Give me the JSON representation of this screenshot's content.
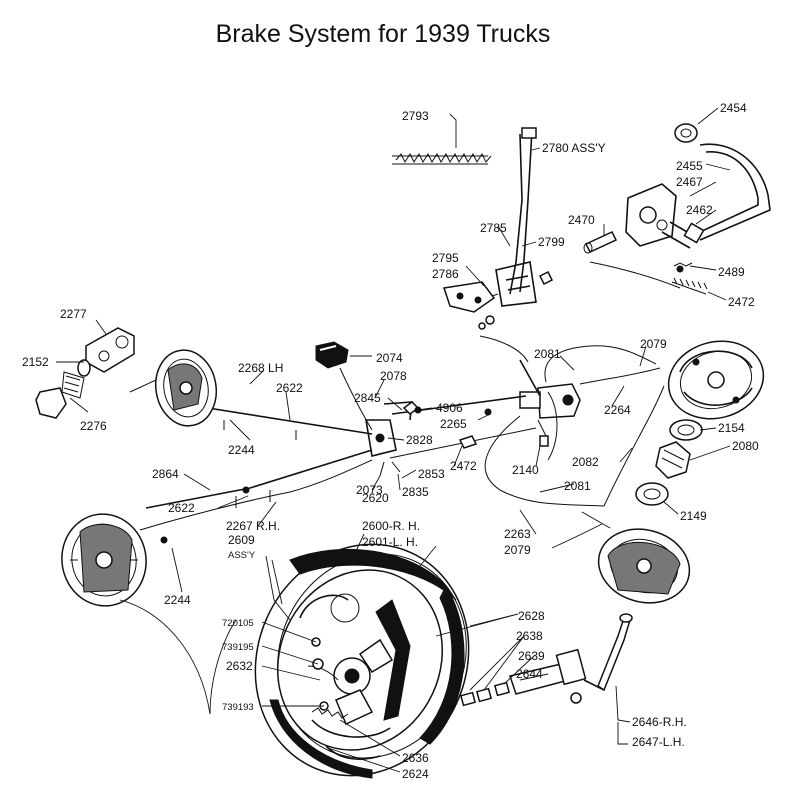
{
  "title": "Brake System for 1939 Trucks",
  "labels": {
    "l2454": "2454",
    "l2455": "2455",
    "l2467": "2467",
    "l2462": "2462",
    "l2470": "2470",
    "l2489": "2489",
    "l2472a": "2472",
    "l2793": "2793",
    "l2780": "2780 ASS'Y",
    "l2785": "2785",
    "l2799": "2799",
    "l2795": "2795",
    "l2786": "2786",
    "l2277": "2277",
    "l2152": "2152",
    "l2276": "2276",
    "l2074": "2074",
    "l2078": "2078",
    "l2268": "2268 LH",
    "l2622a": "2622",
    "l2845": "2845",
    "l4906": "4906",
    "l2265": "2265",
    "l2081a": "2081",
    "l2079a": "2079",
    "l2264": "2264",
    "l2244a": "2244",
    "l2828": "2828",
    "l2472b": "2472",
    "l2853": "2853",
    "l2140": "2140",
    "l2154": "2154",
    "l2080": "2080",
    "l2082": "2082",
    "l2081b": "2081",
    "l2149": "2149",
    "l2864": "2864",
    "l2073": "2073",
    "l2835": "2835",
    "l2620": "2620",
    "l2622b": "2622",
    "l2267": "2267 R.H.",
    "l2600": "2600-R. H.",
    "l2601": "2601-L. H.",
    "l2609": "2609",
    "lassy": "ASS'Y",
    "l2263": "2263",
    "l2079b": "2079",
    "l2244b": "2244",
    "l720105": "720105",
    "l739195a": "739195",
    "l2632": "2632",
    "l739193": "739193",
    "l2628": "2628",
    "l2638": "2638",
    "l2639": "2639",
    "l2644": "2644",
    "l2646": "2646-R.H.",
    "l2647": "2647-L.H.",
    "l2636": "2636",
    "l2624": "2624"
  }
}
